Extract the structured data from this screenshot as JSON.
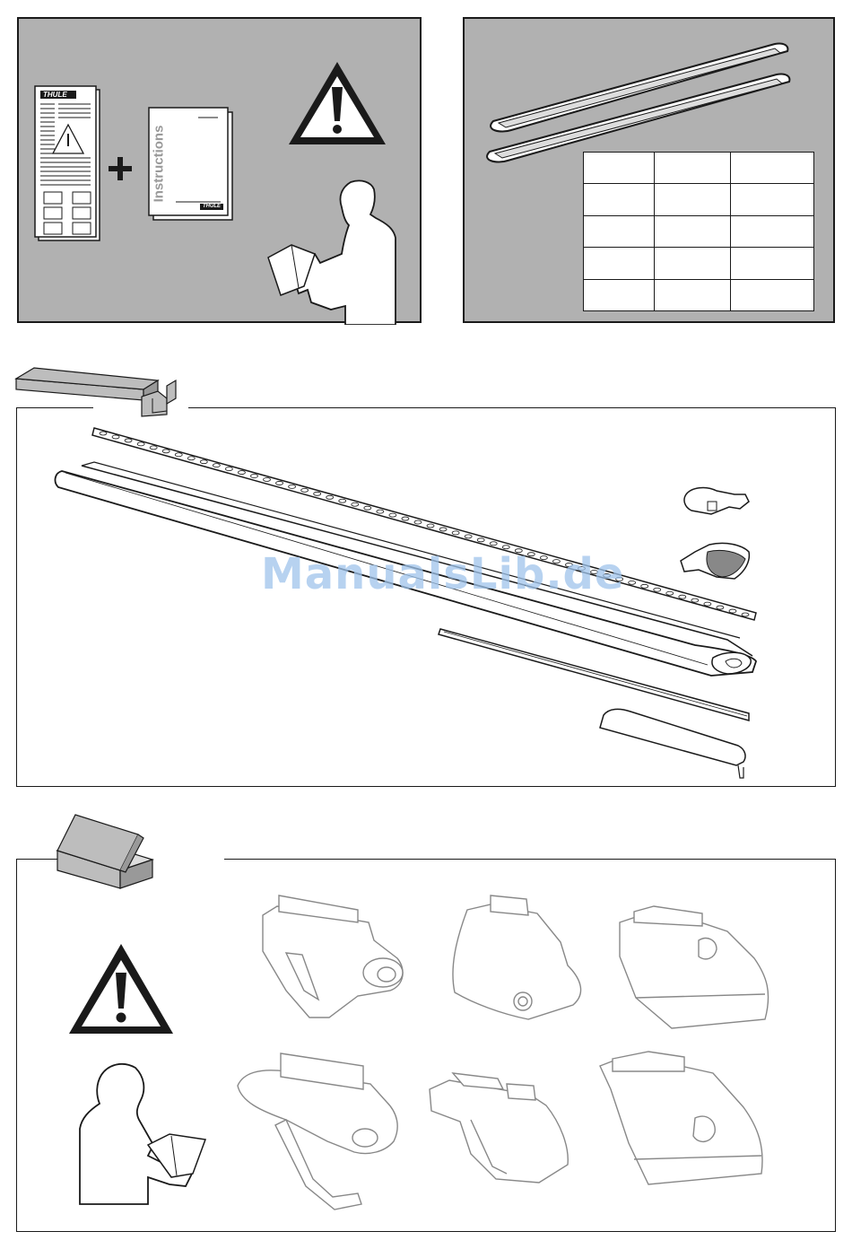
{
  "doc_panel": {
    "leaflet_brand": "THULE",
    "booklet_title": "Instructions",
    "booklet_brand": "THULE",
    "plus_sign": "+"
  },
  "bars_panel": {
    "table_rows": 5,
    "table_cols": 3
  },
  "watermark": "ManualsLib.de",
  "icons": [
    "warning-triangle-icon",
    "person-reading-icon",
    "bar-box-icon",
    "kit-box-icon"
  ],
  "colors": {
    "panel_gray": "#b1b1b1",
    "line": "#1a1a1a",
    "watermark": "#9fc4ec"
  }
}
